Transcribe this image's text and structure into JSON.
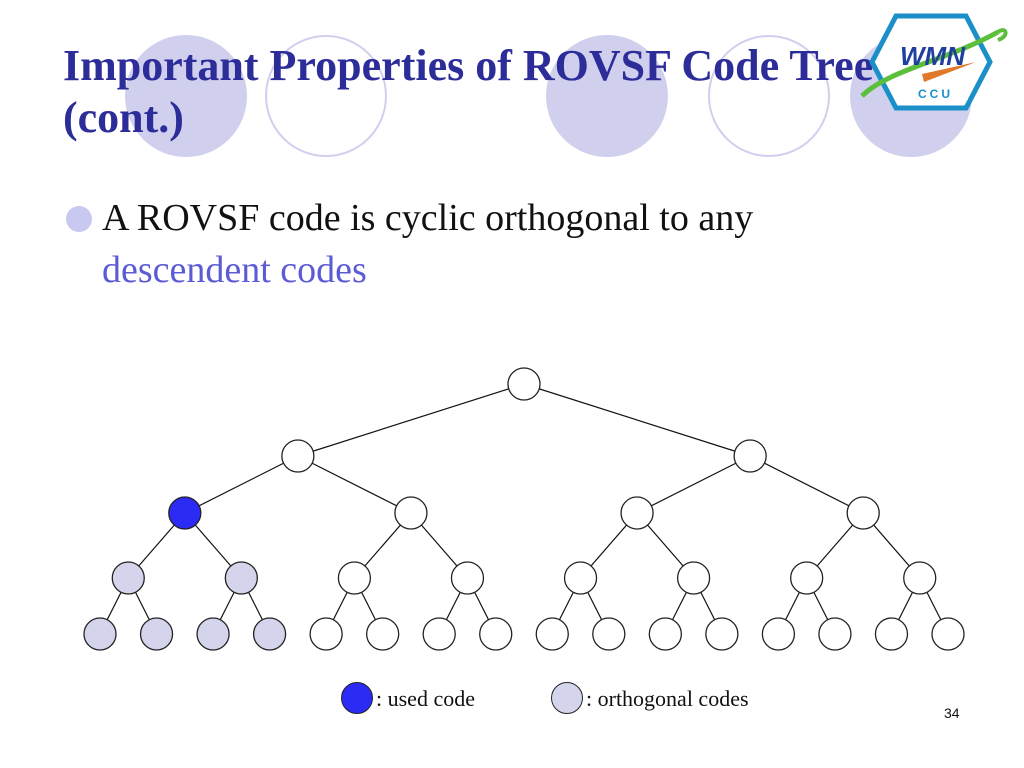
{
  "slide": {
    "title_line1": "Important Properties of ROVSF Code Tree",
    "title_line2": "(cont.)",
    "bullet_text": "A ROVSF code is cyclic orthogonal to any",
    "bullet_highlight": "descendent codes",
    "page_number": "34"
  },
  "logo": {
    "line1": "WMN",
    "line2": "CCU"
  },
  "colors": {
    "title": "#2d2d9a",
    "highlight": "#5b5bd6",
    "used": "#2b2bf5",
    "orthogonal": "#d4d4ec",
    "free": "#ffffff",
    "decor": "#d0d0ee"
  },
  "tree": {
    "levels": [
      [
        "free"
      ],
      [
        "free",
        "free"
      ],
      [
        "used",
        "free",
        "free",
        "free"
      ],
      [
        "orthogonal",
        "orthogonal",
        "free",
        "free",
        "free",
        "free",
        "free",
        "free"
      ],
      [
        "orthogonal",
        "orthogonal",
        "orthogonal",
        "orthogonal",
        "free",
        "free",
        "free",
        "free",
        "free",
        "free",
        "free",
        "free",
        "free",
        "free",
        "free",
        "free"
      ]
    ]
  },
  "legend": {
    "used_label": ": used code",
    "orthogonal_label": ": orthogonal codes"
  }
}
